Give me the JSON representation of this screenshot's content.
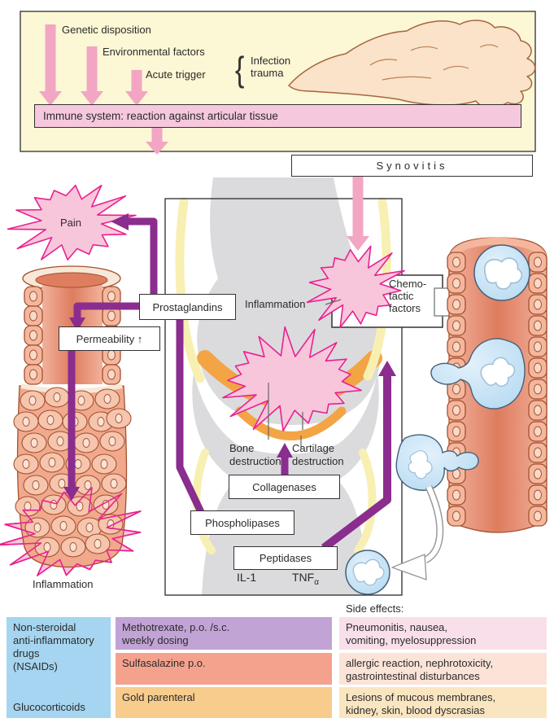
{
  "top_panel": {
    "causes": [
      "Genetic disposition",
      "Environmental factors",
      "Acute trigger"
    ],
    "trigger_note": "Infection\ntrauma",
    "immune_bar": "Immune system: reaction against articular tissue"
  },
  "synovitis_label": "Synovitis",
  "diagram": {
    "pain": "Pain",
    "prostaglandins": "Prostaglandins",
    "permeability": "Permeability ↑",
    "inflammation_joint": "Inflammation",
    "chemotactic": "Chemo-\ntactic\nfactors",
    "bone_destruction": "Bone\ndestruction",
    "cartilage_destruction": "Cartilage\ndestruction",
    "collagenases": "Collagenases",
    "phospholipases": "Phospholipases",
    "peptidases": "Peptidases",
    "il1": "IL-1",
    "tnf_base": "TNF",
    "tnf_sub": "α",
    "inflammation_vessel": "Inflammation"
  },
  "therapy_table": {
    "side_effects_header": "Side effects:",
    "drug_classes": {
      "nsaids": "Non-steroidal\nanti-inflammatory\ndrugs\n(NSAIDs)",
      "glucocorticoids": "Glucocorticoids"
    },
    "rows": [
      {
        "drug": "Methotrexate, p.o. /s.c.\nweekly dosing",
        "effects": "Pneumonitis, nausea,\nvomiting, myelosuppression"
      },
      {
        "drug": "Sulfasalazine p.o.",
        "effects": "allergic reaction, nephrotoxicity,\ngastrointestinal disturbances"
      },
      {
        "drug": "Gold parenteral",
        "effects": "Lesions of mucous membranes,\nkidney, skin, blood dyscrasias"
      }
    ]
  },
  "colors": {
    "purple_arrow": "#8A2D8E",
    "pink_arrow": "#F2A6C4",
    "starburst_fill": "#F8C6DB",
    "starburst_stroke": "#E9219O",
    "panel_yellow": "#FCF7D4",
    "immune_bar_pink": "#F6C8DE",
    "bone_gray": "#DBDBDE",
    "synovium_yellow": "#F8F0B2",
    "cartilage_orange": "#F3A444",
    "vessel_cell": "#F4B79E",
    "leukocyte_blue": "#C7E2F5",
    "table_blue": "#A5D5F0",
    "table_purple": "#C2A3D6",
    "table_salmon": "#F4A28E",
    "table_orange": "#F7CC8D"
  }
}
